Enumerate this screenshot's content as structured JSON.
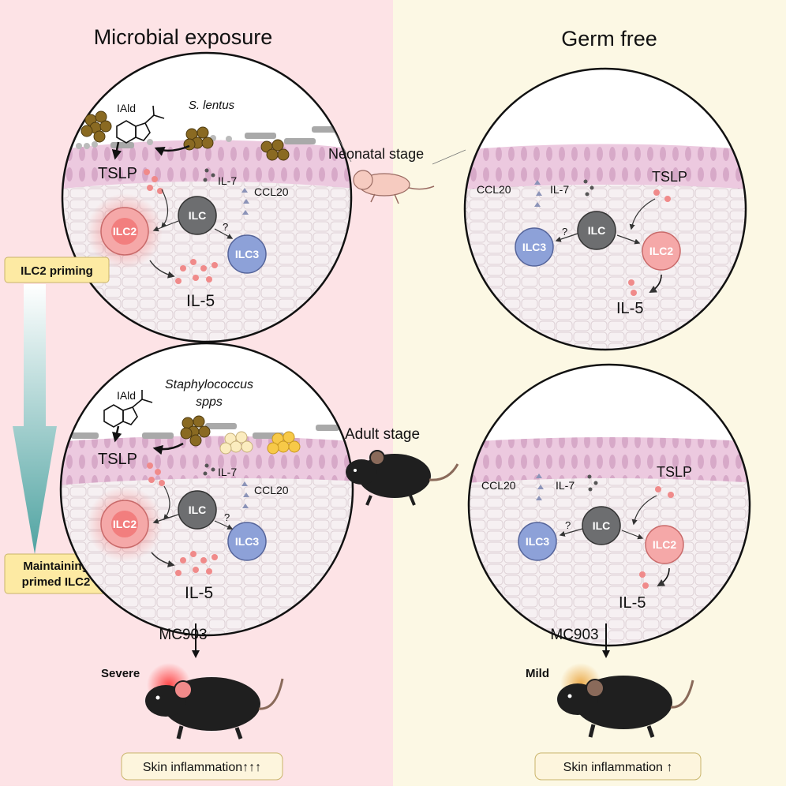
{
  "colors": {
    "left_bg": "#fde3e6",
    "right_bg": "#fcf8e4",
    "tissue_pink": "#ecc9df",
    "ilc_gray": "#6d6e70",
    "ilc2_red": "#f29a9a",
    "ilc3_blue": "#8da1d8",
    "bacteria_brown": "#8a6a22",
    "label_box": "#fdeaa3",
    "arrow_teal": "#4fa3a1"
  },
  "left": {
    "title": "Microbial exposure",
    "top": {
      "iald": "IAld",
      "species": "S. lentus",
      "tslp": "TSLP",
      "il7": "IL-7",
      "ccl20": "CCL20",
      "ilc": "ILC",
      "ilc2": "ILC2",
      "ilc3": "ILC3",
      "question": "?",
      "il5": "IL-5"
    },
    "bottom": {
      "iald": "IAld",
      "species_line1": "Staphylococcus",
      "species_line2": "spps",
      "tslp": "TSLP",
      "il7": "IL-7",
      "ccl20": "CCL20",
      "ilc": "ILC",
      "ilc2": "ILC2",
      "ilc3": "ILC3",
      "question": "?",
      "il5": "IL-5"
    },
    "priming_label": "ILC2 priming",
    "maintaining_line1": "Maintaining",
    "maintaining_line2": "primed ILC2",
    "treatment": "MC903",
    "severity": "Severe",
    "outcome": "Skin inflammation↑↑↑"
  },
  "right": {
    "title": "Germ free",
    "top": {
      "tslp": "TSLP",
      "il7": "IL-7",
      "ccl20": "CCL20",
      "ilc": "ILC",
      "ilc2": "ILC2",
      "ilc3": "ILC3",
      "question": "?",
      "il5": "IL-5"
    },
    "bottom": {
      "tslp": "TSLP",
      "il7": "IL-7",
      "ccl20": "CCL20",
      "ilc": "ILC",
      "ilc2": "ILC2",
      "ilc3": "ILC3",
      "question": "?",
      "il5": "IL-5"
    },
    "treatment": "MC903",
    "severity": "Mild",
    "outcome": "Skin inflammation ↑"
  },
  "center": {
    "neonatal_label": "Neonatal stage",
    "adult_label": "Adult stage"
  }
}
